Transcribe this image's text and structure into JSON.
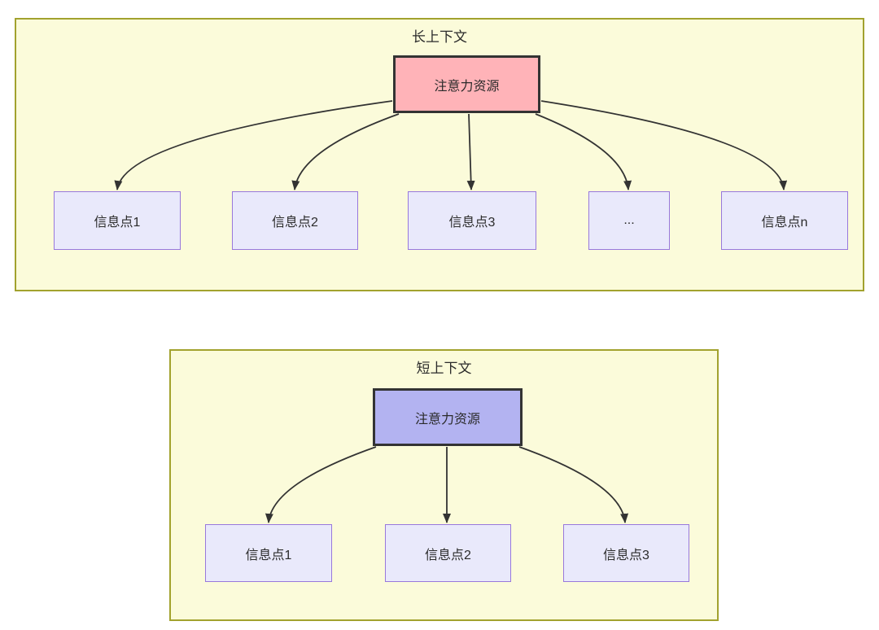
{
  "sections": [
    {
      "title": "长上下文",
      "source_label": "注意力资源",
      "targets": [
        "信息点1",
        "信息点2",
        "信息点3",
        "...",
        "信息点n"
      ]
    },
    {
      "title": "短上下文",
      "source_label": "注意力资源",
      "targets": [
        "信息点1",
        "信息点2",
        "信息点3"
      ]
    }
  ],
  "colors": {
    "section_fill": "#fbfbda",
    "section_border": "#a2a22e",
    "long_source_fill": "#ffb3b8",
    "short_source_fill": "#b3b3f1",
    "info_fill": "#e9e9fb",
    "info_border": "#9878dc",
    "stroke": "#333333",
    "text": "#2b2b2b"
  }
}
